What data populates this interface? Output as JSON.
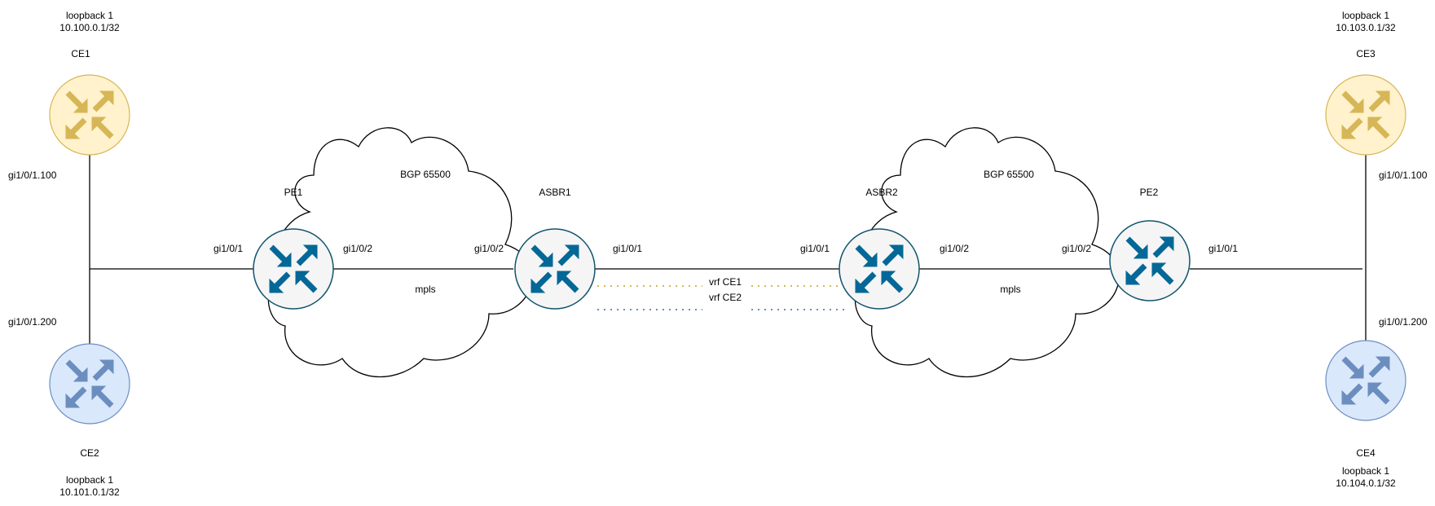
{
  "colors": {
    "background": "#ffffff",
    "line": "#000000",
    "ce_orange_fill": "#fff2cc",
    "ce_orange_stroke": "#d6b656",
    "ce_blue_fill": "#dae8fc",
    "ce_blue_stroke": "#6c8ebf",
    "core_fill": "#f5f5f5",
    "core_stroke": "#10546d",
    "core_arrow": "#036897",
    "vrf_ce1": "#d6b656",
    "vrf_ce2": "#6c8ebf"
  },
  "routers": {
    "ce1": {
      "name": "CE1",
      "loopback_label": "loopback 1",
      "loopback_ip": "10.100.0.1/32",
      "icon": "router-icon"
    },
    "ce2": {
      "name": "CE2",
      "loopback_label": "loopback 1",
      "loopback_ip": "10.101.0.1/32",
      "icon": "router-icon"
    },
    "ce3": {
      "name": "CE3",
      "loopback_label": "loopback 1",
      "loopback_ip": "10.103.0.1/32",
      "icon": "router-icon"
    },
    "ce4": {
      "name": "CE4",
      "loopback_label": "loopback 1",
      "loopback_ip": "10.104.0.1/32",
      "icon": "router-icon"
    },
    "pe1": {
      "name": "PE1",
      "icon": "router-icon"
    },
    "asbr1": {
      "name": "ASBR1",
      "icon": "router-icon"
    },
    "asbr2": {
      "name": "ASBR2",
      "icon": "router-icon"
    },
    "pe2": {
      "name": "PE2",
      "icon": "router-icon"
    }
  },
  "clouds": {
    "left": {
      "as_label": "BGP 65500",
      "protocol": "mpls"
    },
    "right": {
      "as_label": "BGP 65500",
      "protocol": "mpls"
    }
  },
  "interfaces": {
    "ce1_sub": "gi1/0/1.100",
    "ce2_sub": "gi1/0/1.200",
    "pe1_left": "gi1/0/1",
    "pe1_right": "gi1/0/2",
    "asbr1_left": "gi1/0/2",
    "asbr1_right": "gi1/0/1",
    "asbr2_left": "gi1/0/1",
    "asbr2_right": "gi1/0/2",
    "pe2_left": "gi1/0/2",
    "pe2_right": "gi1/0/1",
    "ce3_sub": "gi1/0/1.100",
    "ce4_sub": "gi1/0/1.200"
  },
  "vrfs": {
    "ce1": "vrf CE1",
    "ce2": "vrf CE2"
  }
}
